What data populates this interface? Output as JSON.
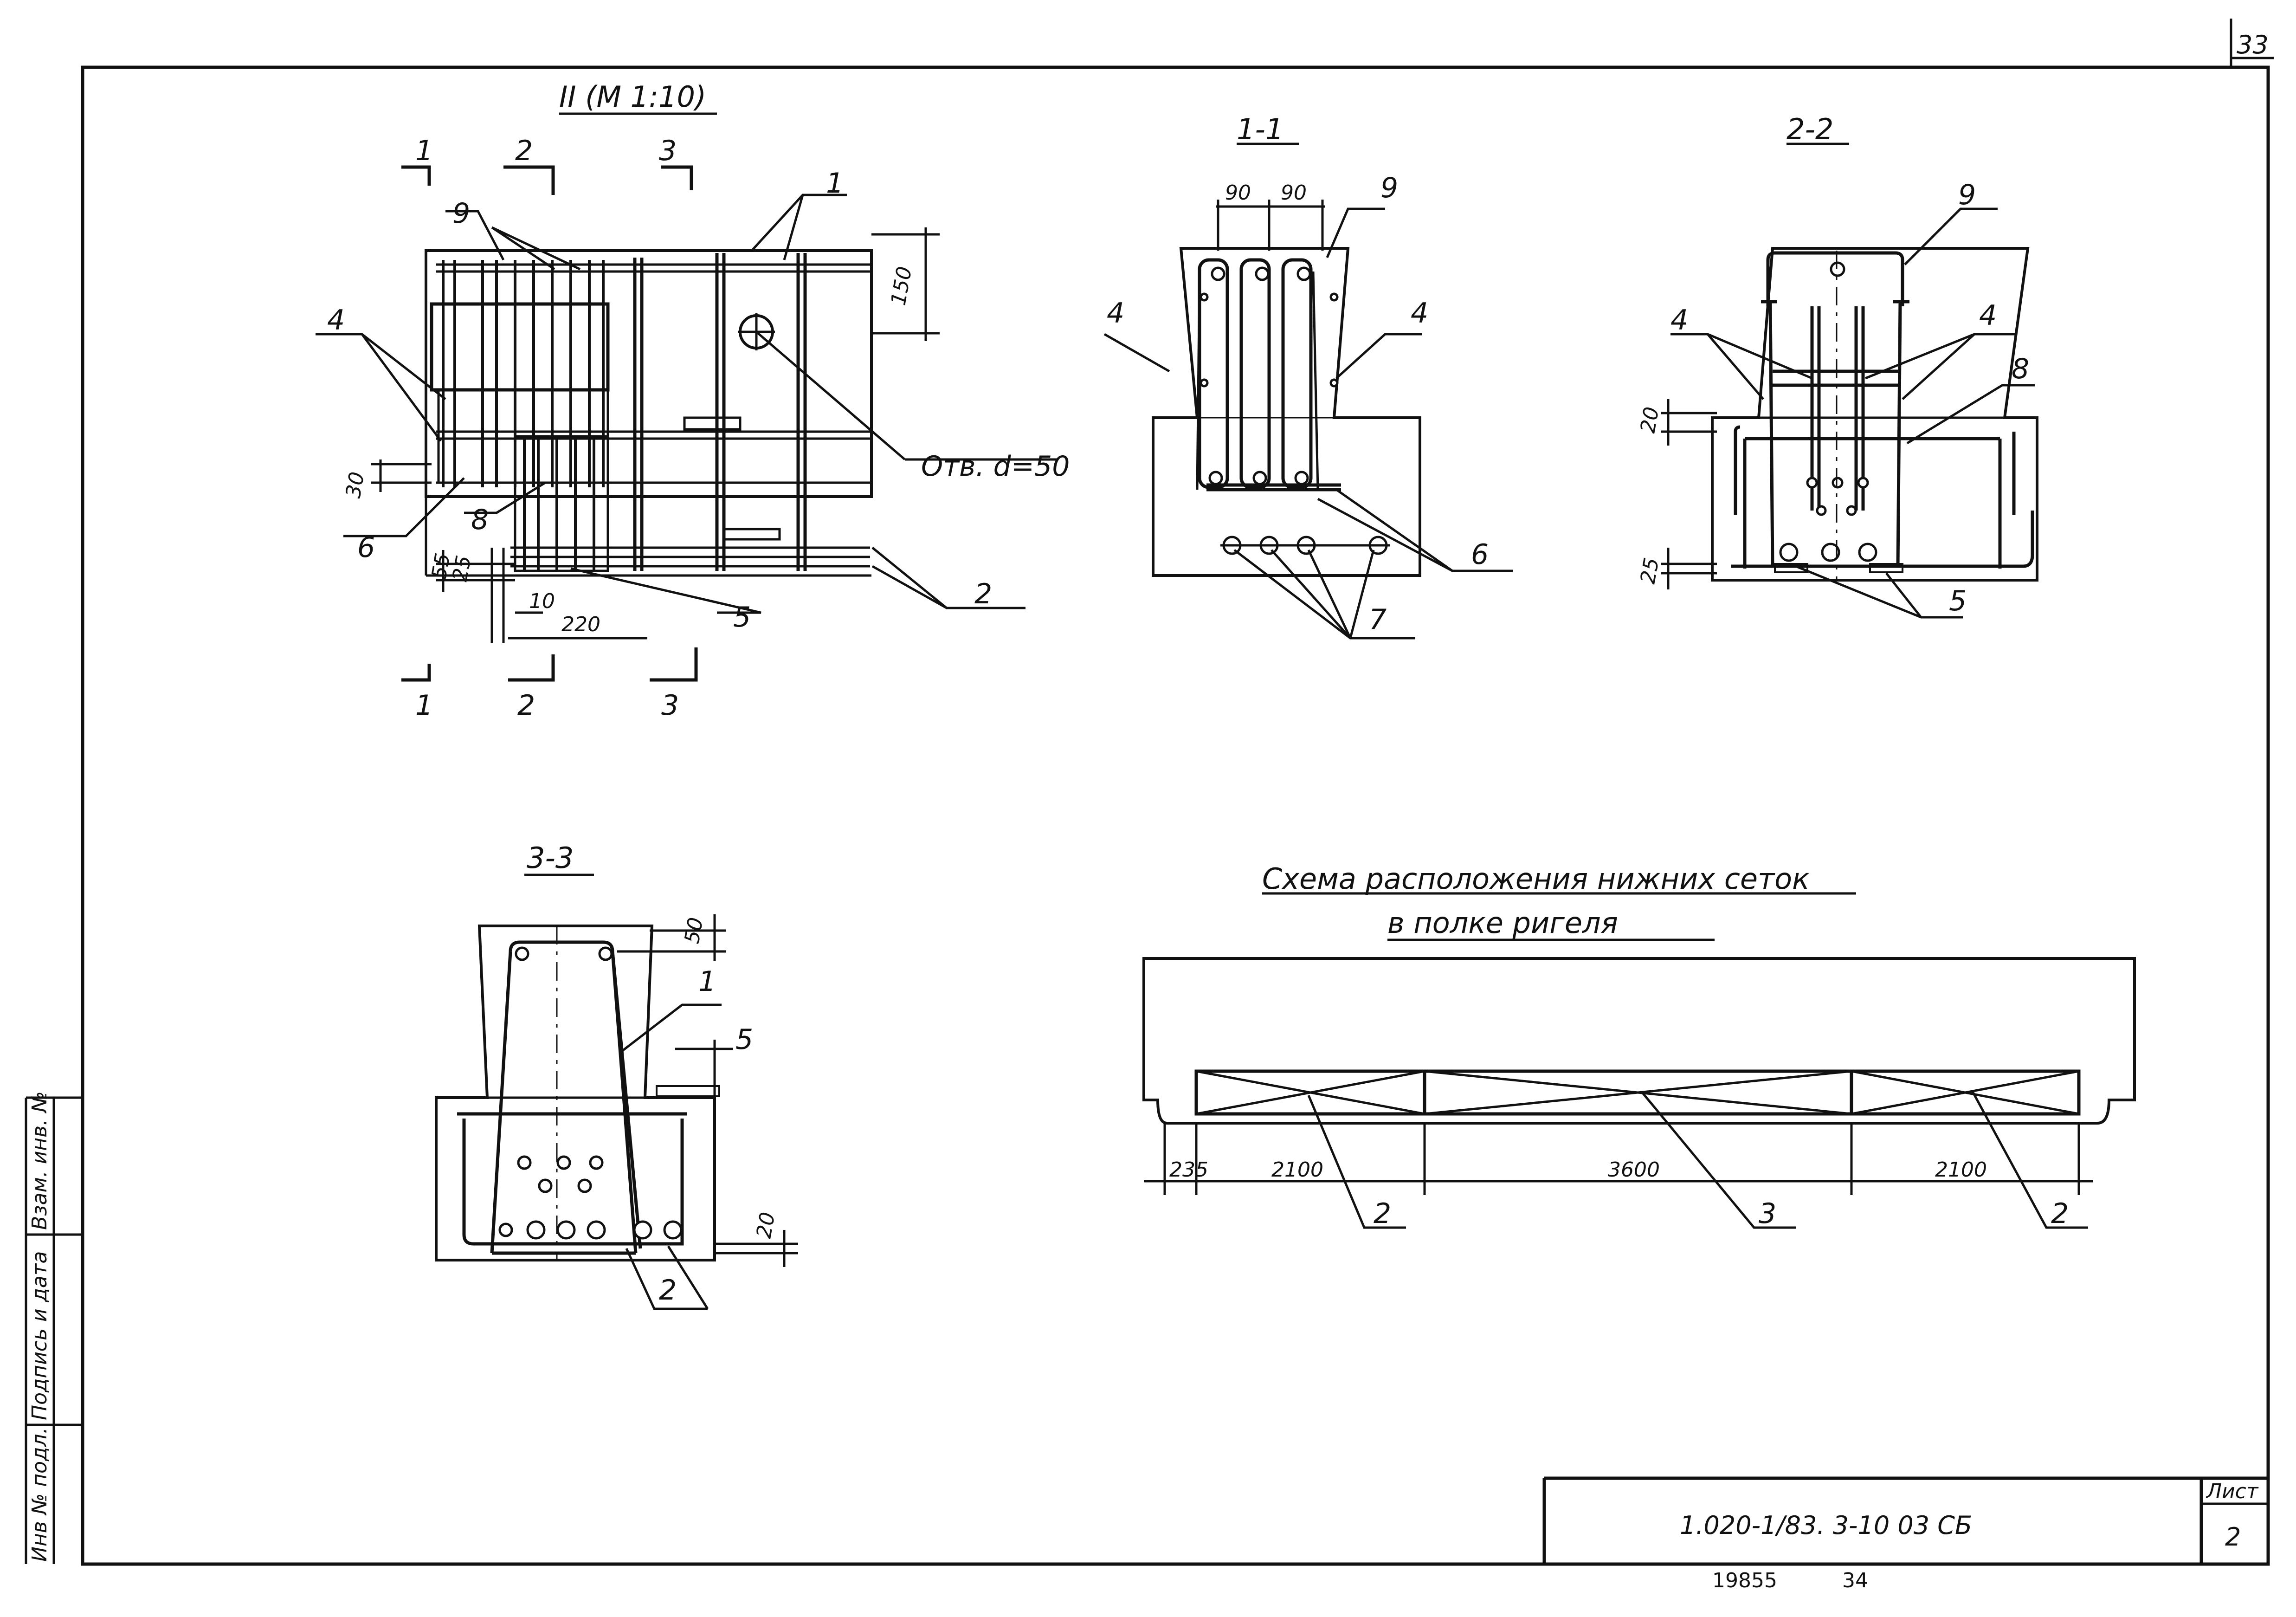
{
  "sheet": {
    "page_number": "33",
    "view_title": "II (M 1:10)",
    "cut_label_1": "1",
    "cut_label_2": "2",
    "cut_label_3": "3"
  },
  "sections": {
    "s11": "1-1",
    "s22": "2-2",
    "s33": "3-3",
    "schema_line1": "Схема расположения нижних сеток",
    "schema_line2": "в полке ригеля"
  },
  "callouts": {
    "n1": "1",
    "n2": "2",
    "n3": "3",
    "n4": "4",
    "n5": "5",
    "n6": "6",
    "n7": "7",
    "n8": "8",
    "n9": "9",
    "hole": "Отв. d=50"
  },
  "dims": {
    "d150": "150",
    "d30": "30",
    "d55": "55",
    "d25": "25",
    "d10": "10",
    "d220": "220",
    "d90": "90",
    "d20": "20",
    "d50": "50",
    "d235": "235",
    "d2100": "2100",
    "d3600": "3600"
  },
  "side_stamp": [
    "Инв № подл.",
    "Подпись и дата",
    "Взам. инв. №"
  ],
  "title_block": {
    "code": "1.020-1/83. 3-10 03 СБ",
    "sheet_label": "Лист",
    "sheet_no": "2",
    "footer_num": "19855",
    "footer_page": "34"
  }
}
